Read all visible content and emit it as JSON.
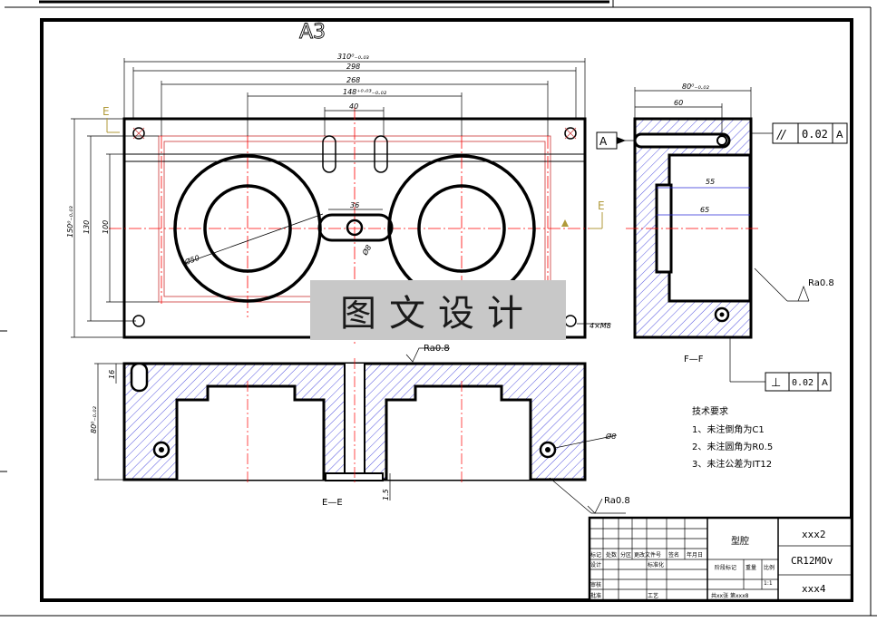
{
  "sheet_label": "A3",
  "view_labels": {
    "top_marker": "E",
    "side_marker": "E",
    "section_ee": "E—E",
    "section_ff": "F—F",
    "datum": "A"
  },
  "plan_dims": {
    "w310": "310⁰₋₀.₀₃",
    "w298": "298",
    "w268": "268",
    "w148": "148⁺⁰·⁰³₋₀.₀₂",
    "w40": "40",
    "w36": "36",
    "h150": "150⁰₋₀.₀₃",
    "h130": "130",
    "h100": "100",
    "dia50": "Ø50",
    "dia8": "Ø8",
    "holes": "4×M8"
  },
  "side_dims": {
    "w80": "80⁰₋₀.₀₂",
    "w60": "60",
    "d55": "55",
    "d65": "65"
  },
  "section_dims": {
    "h80": "80⁰₋₀.₀₂",
    "h16": "16",
    "h15": "1.5",
    "dia8b": "Ø8"
  },
  "tolerances": {
    "parallel": {
      "symbol": "//",
      "value": "0.02",
      "datum": "A"
    },
    "perpendicular": {
      "symbol": "⊥",
      "value": "0.02",
      "datum": "A"
    }
  },
  "roughness": [
    "Ra0.8",
    "Ra0.8",
    "Ra0.8"
  ],
  "tech_requirements": {
    "title": "技术要求",
    "items": [
      "1、未注倒角为C1",
      "2、未注圆角为R0.5",
      "3、未注公差为IT12"
    ]
  },
  "watermark": "图文设计",
  "title_block": {
    "part_name": "型腔",
    "drawing_no": "xxx2",
    "material": "CR12MOv",
    "company": "xxx4",
    "labels": [
      "标记",
      "处数",
      "分区",
      "更改文件号",
      "签名",
      "年月日",
      "设计",
      "标准化",
      "审核",
      "工艺",
      "批准",
      "阶段标记",
      "重量",
      "比例"
    ],
    "scale": "1:1",
    "sheets": "共xx张 第xxx8"
  },
  "colors": {
    "line": "#000000",
    "center": "#ff0000",
    "dim": "#000000",
    "hatch": "#2a2ad8",
    "watermark_bg": "#c8c8c8",
    "datum_marker": "#b09a3a"
  }
}
